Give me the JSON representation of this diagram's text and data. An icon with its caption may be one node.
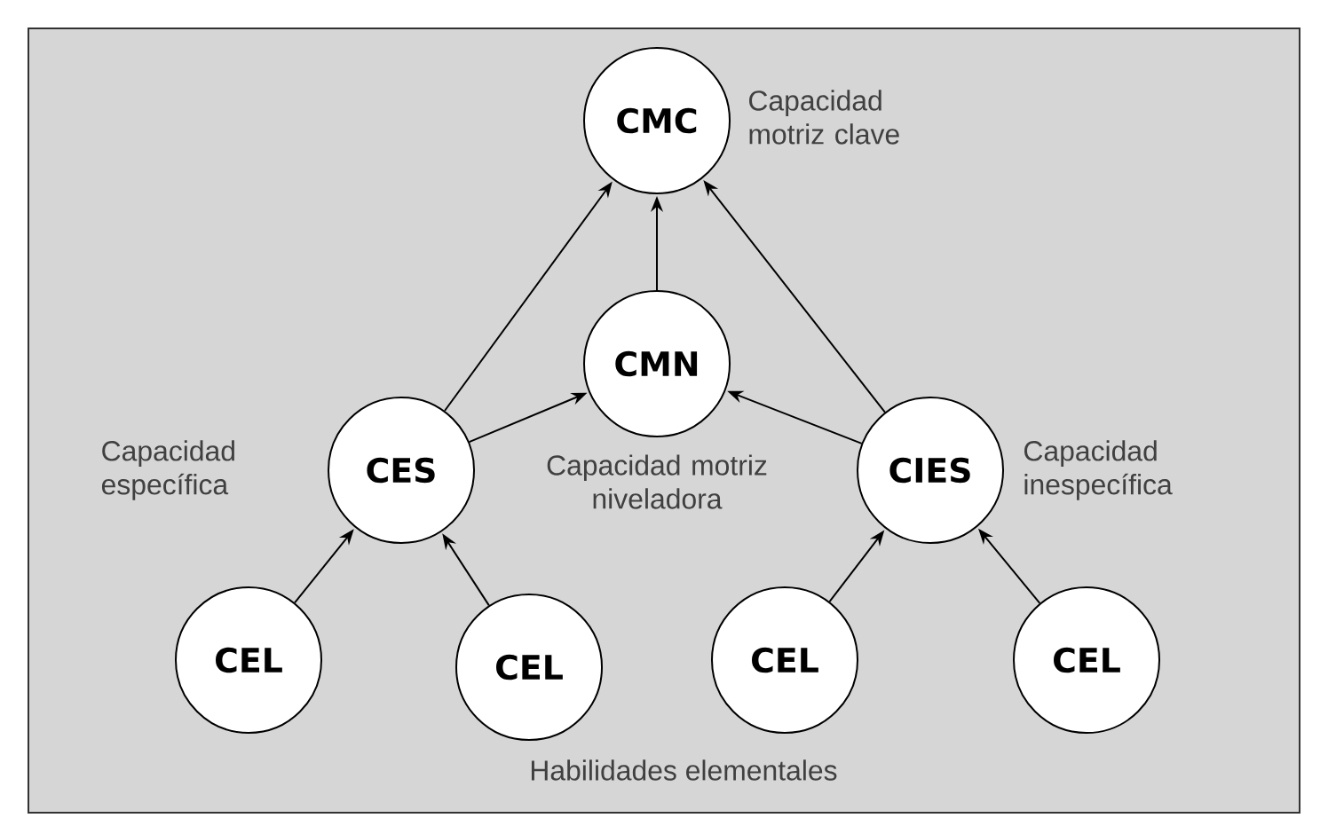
{
  "diagram": {
    "nodes": [
      {
        "text": [
          "CMC"
        ],
        "beside": [
          "Capacidad motriz clave"
        ]
      },
      {
        "text": [
          "CMN"
        ],
        "beside": [
          "Capacidad motriz niveladora"
        ]
      },
      {
        "text": [
          "CES"
        ],
        "beside": [
          "Capacidad específica"
        ]
      },
      {
        "text": [
          "CIES"
        ],
        "beside": [
          "Capacidad inespecífica"
        ]
      },
      {
        "text": [
          "CEL"
        ]
      },
      {
        "text": [
          "CEL"
        ]
      },
      {
        "text": [
          "CEL"
        ]
      },
      {
        "text": [
          "CEL"
        ]
      }
    ],
    "edges": [
      {
        "from": 2,
        "to": 0,
        "arrow": "to"
      },
      {
        "from": 1,
        "to": 0,
        "arrow": "to"
      },
      {
        "from": 3,
        "to": 0,
        "arrow": "to"
      },
      {
        "from": 2,
        "to": 1,
        "arrow": "to"
      },
      {
        "from": 3,
        "to": 1,
        "arrow": "to"
      },
      {
        "from": 4,
        "to": 2,
        "arrow": "to"
      },
      {
        "from": 5,
        "to": 2,
        "arrow": "to"
      },
      {
        "from": 6,
        "to": 3,
        "arrow": "to"
      },
      {
        "from": 7,
        "to": 3,
        "arrow": "to"
      }
    ],
    "labels": [
      "Habilidades elementales"
    ]
  }
}
